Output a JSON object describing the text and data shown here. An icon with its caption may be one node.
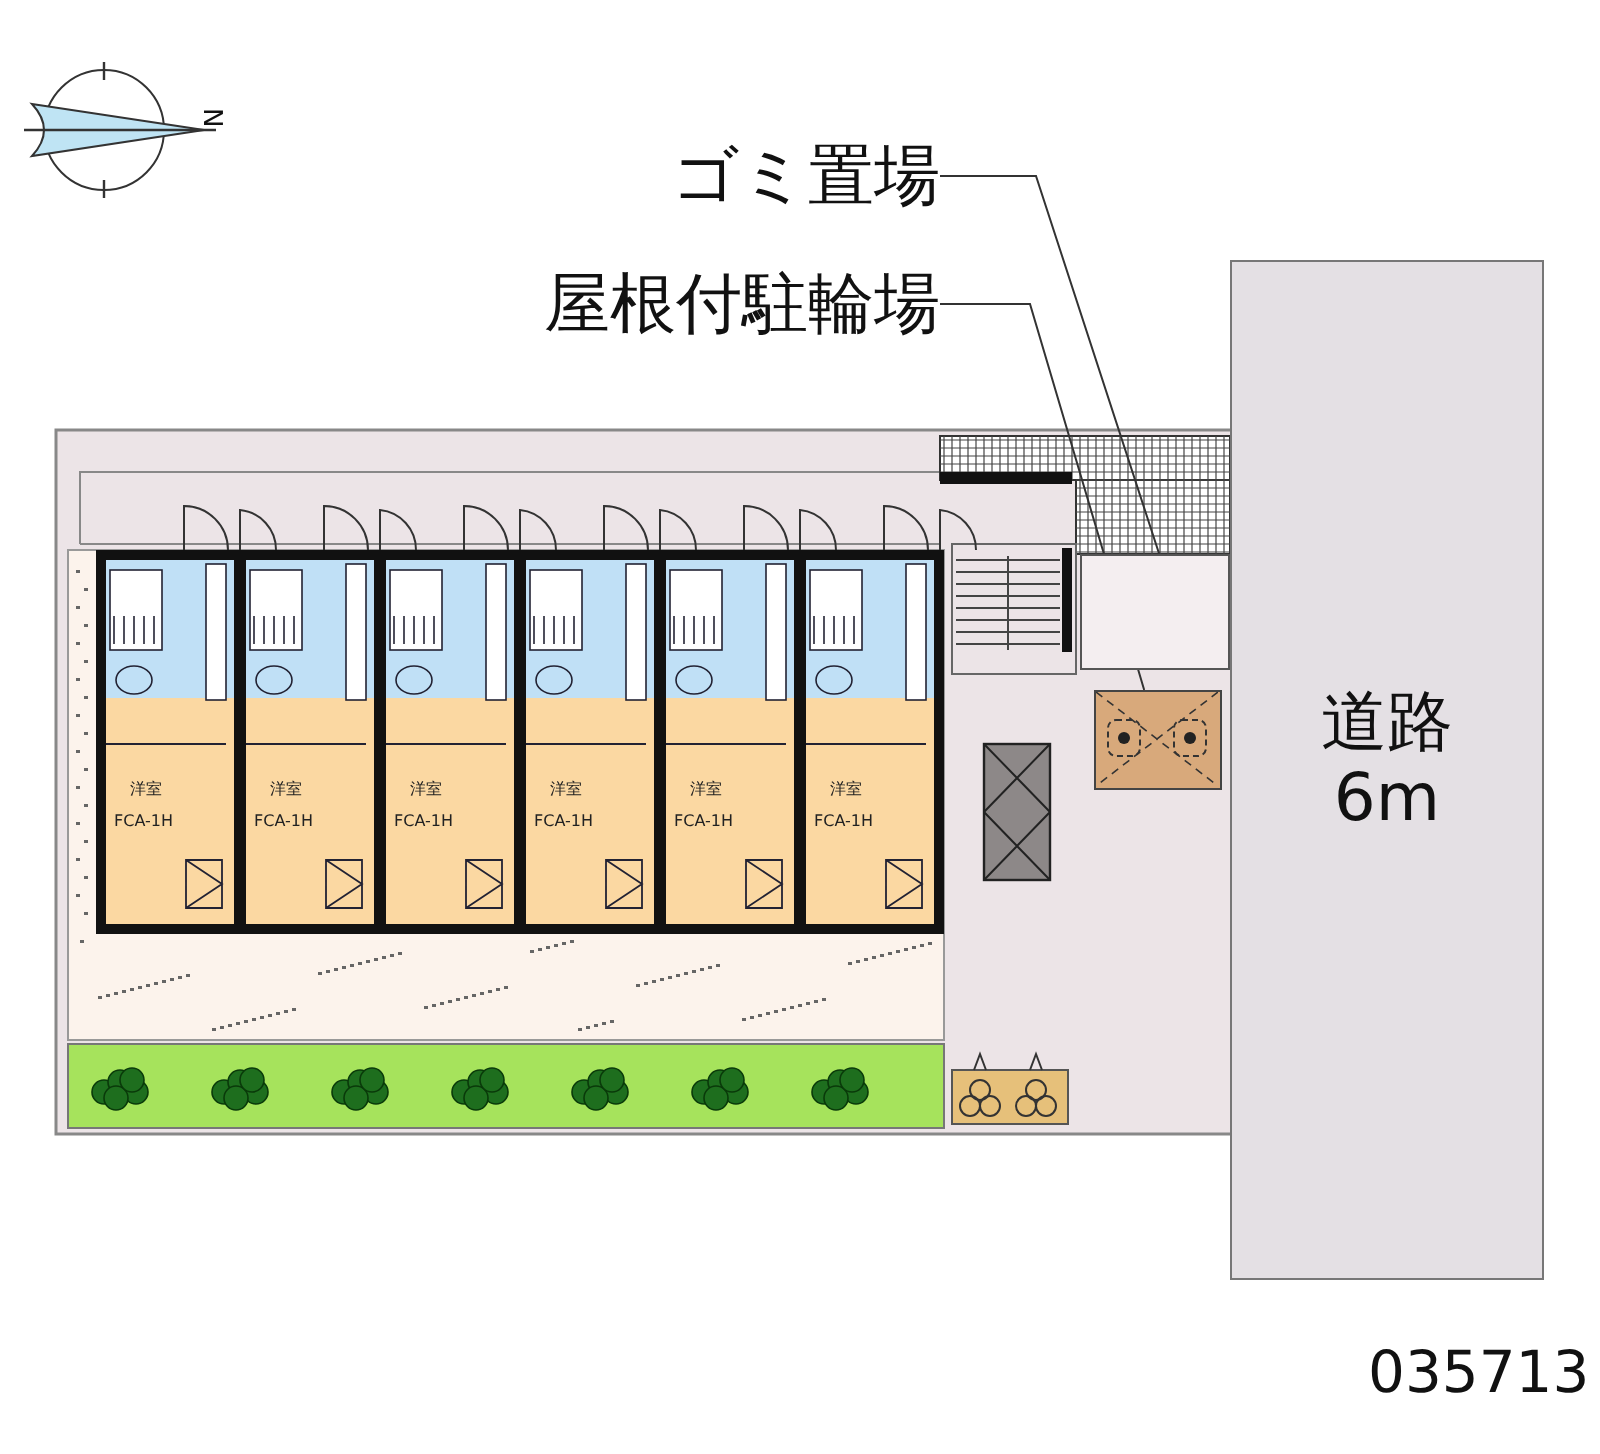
{
  "diagram": {
    "nodes": [
      {
        "text": [
          "ゴミ置場"
        ]
      },
      {
        "text": [
          "屋根付駐輪場"
        ]
      },
      {
        "text": [],
        "shape": "box"
      },
      {
        "text": [],
        "shape": "box"
      },
      {
        "text": [
          "道路",
          "6m"
        ]
      },
      {
        "text": [
          "洋室",
          "FCA-1H"
        ]
      },
      {
        "text": [
          "洋室",
          "FCA-1H"
        ]
      },
      {
        "text": [
          "洋室",
          "FCA-1H"
        ]
      },
      {
        "text": [
          "洋室",
          "FCA-1H"
        ]
      },
      {
        "text": [
          "洋室",
          "FCA-1H"
        ]
      },
      {
        "text": [
          "洋室",
          "FCA-1H"
        ]
      }
    ],
    "edges": [
      {
        "from": 0,
        "to": 2,
        "arrow": "none"
      },
      {
        "from": 1,
        "to": 3,
        "arrow": "none"
      }
    ],
    "labels": [
      "N",
      "035713"
    ]
  }
}
